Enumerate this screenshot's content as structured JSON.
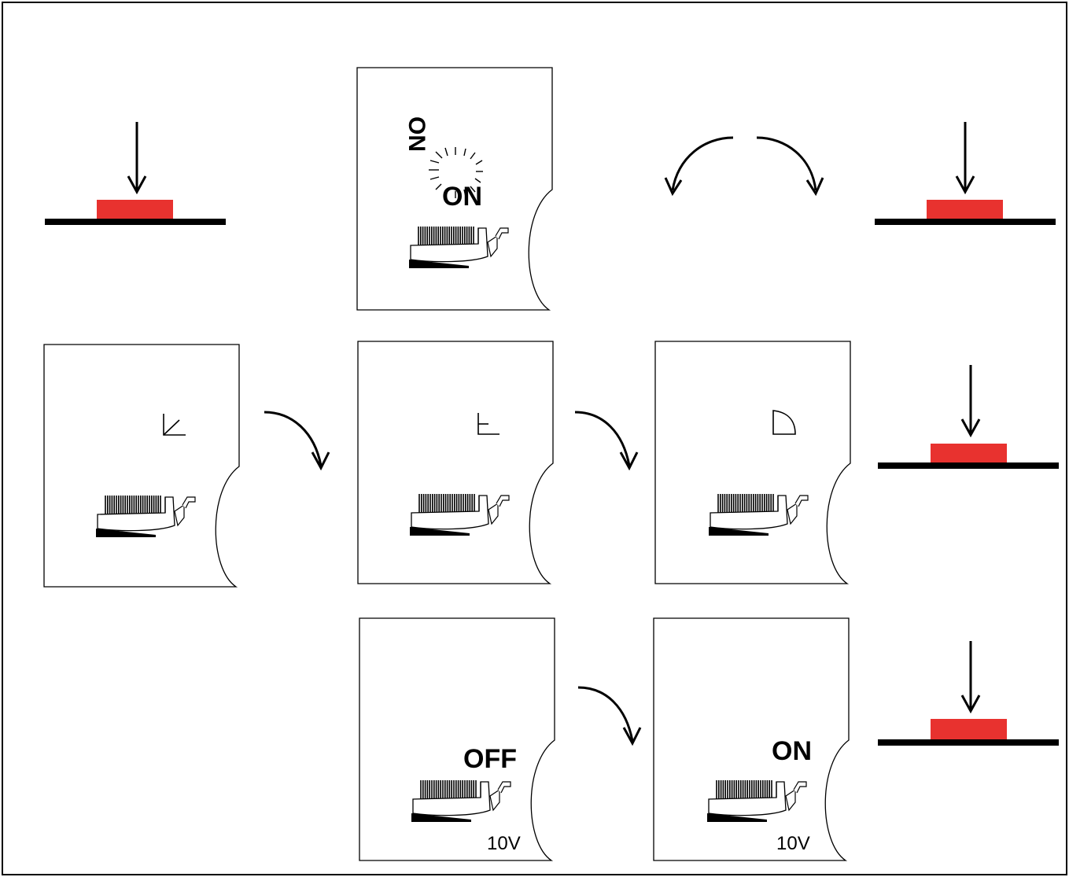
{
  "colors": {
    "button": "#e8322f",
    "line": "#000000",
    "background": "#ffffff"
  },
  "icons": [
    "down-arrow-icon",
    "press-button-icon",
    "curved-arrow-icon",
    "swing-arrows-icon",
    "device-panel-icon",
    "angle-icon",
    "right-angle-icon",
    "quarter-circle-icon",
    "sparkle-icon"
  ],
  "steps": {
    "power_on_label": "ON",
    "power_on_flipped_label": "ON",
    "off_label": "OFF",
    "on_label": "ON",
    "voltage_left": "10V",
    "voltage_right": "10V"
  }
}
